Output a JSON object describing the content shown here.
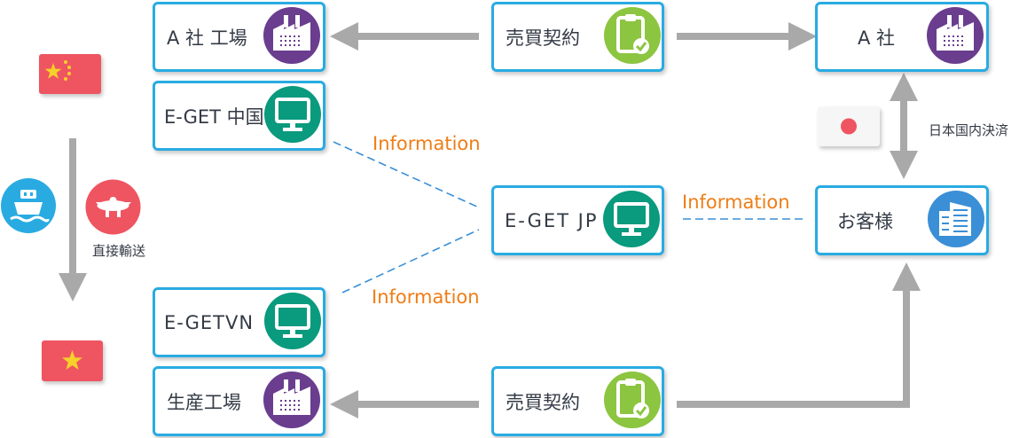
{
  "nodes": {
    "a_factory": {
      "label": "A 社 工場",
      "icon": "factory-icon"
    },
    "contract_top": {
      "label": "売買契約",
      "icon": "clipboard-check-icon"
    },
    "a_company": {
      "label": "A 社",
      "icon": "factory-icon"
    },
    "eget_china": {
      "label": "E-GET 中国",
      "icon": "monitor-icon"
    },
    "eget_jp": {
      "label": "E-GET JP",
      "icon": "monitor-icon"
    },
    "customer": {
      "label": "お客様",
      "icon": "building-icon"
    },
    "eget_vn": {
      "label": "E-GETVN",
      "icon": "monitor-icon"
    },
    "production_factory": {
      "label": "生産工場",
      "icon": "factory-icon"
    },
    "contract_bottom": {
      "label": "売買契約",
      "icon": "clipboard-check-icon"
    }
  },
  "labels": {
    "info_china": "Information",
    "info_customer": "Information",
    "info_vn": "Information",
    "domestic_settlement": "日本国内決済",
    "direct_transport": "直接輸送"
  },
  "flags": {
    "china": "china-flag-icon",
    "vietnam": "vietnam-flag-icon",
    "japan": "japan-flag-icon"
  },
  "transport_icons": [
    "ship-icon",
    "airplane-icon"
  ],
  "colors": {
    "border": "#29abe2",
    "purple": "#6a3d8f",
    "teal": "#0a9a7e",
    "green": "#8cc540",
    "blue": "#3a8fd6",
    "arrow": "#a9a9a9",
    "info": "#ef7d15",
    "flag_red": "#ef5461"
  }
}
